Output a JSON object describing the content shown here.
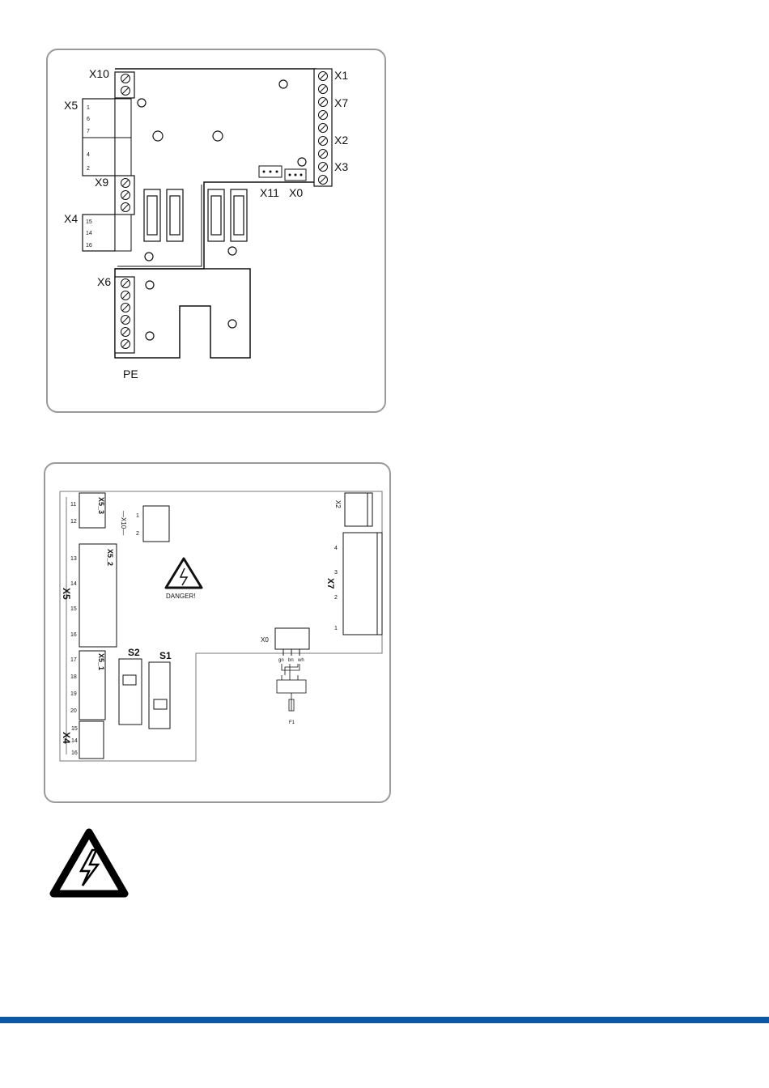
{
  "diagram1": {
    "connectors": {
      "x10": "X10",
      "x5": "X5",
      "x9": "X9",
      "x4": "X4",
      "x6": "X6",
      "pe": "PE",
      "x1": "X1",
      "x7": "X7",
      "x2": "X2",
      "x3": "X3",
      "x11": "X11",
      "x0": "X0"
    },
    "x5_pins": [
      "1",
      "6",
      "7",
      "4",
      "2"
    ],
    "x4_pins": [
      "15",
      "14",
      "16"
    ]
  },
  "diagram2": {
    "x5_3": "X5_3",
    "x5_2": "X5_2",
    "x5_1": "X5_1",
    "x5": "X5",
    "x4": "X4",
    "x10": "—X10—",
    "x2": "X2",
    "x7": "X7",
    "x0": "X0",
    "s1": "S1",
    "s2": "S2",
    "danger": "DANGER!",
    "fuse": "F1",
    "left_pins": [
      "11",
      "12",
      "13",
      "14",
      "15",
      "16",
      "17",
      "18",
      "19",
      "20"
    ],
    "x4_pins": [
      "15",
      "14",
      "16"
    ],
    "x10_pins": [
      "1",
      "2"
    ],
    "x7_pins": [
      "4",
      "3",
      "2",
      "1"
    ],
    "fuse_pins": [
      "gn",
      "bn",
      "wh"
    ]
  },
  "icons": {
    "warning": "high-voltage-warning-icon"
  },
  "colors": {
    "accent_bar": "#0d58a6",
    "frame_border": "#9a9a9a"
  }
}
